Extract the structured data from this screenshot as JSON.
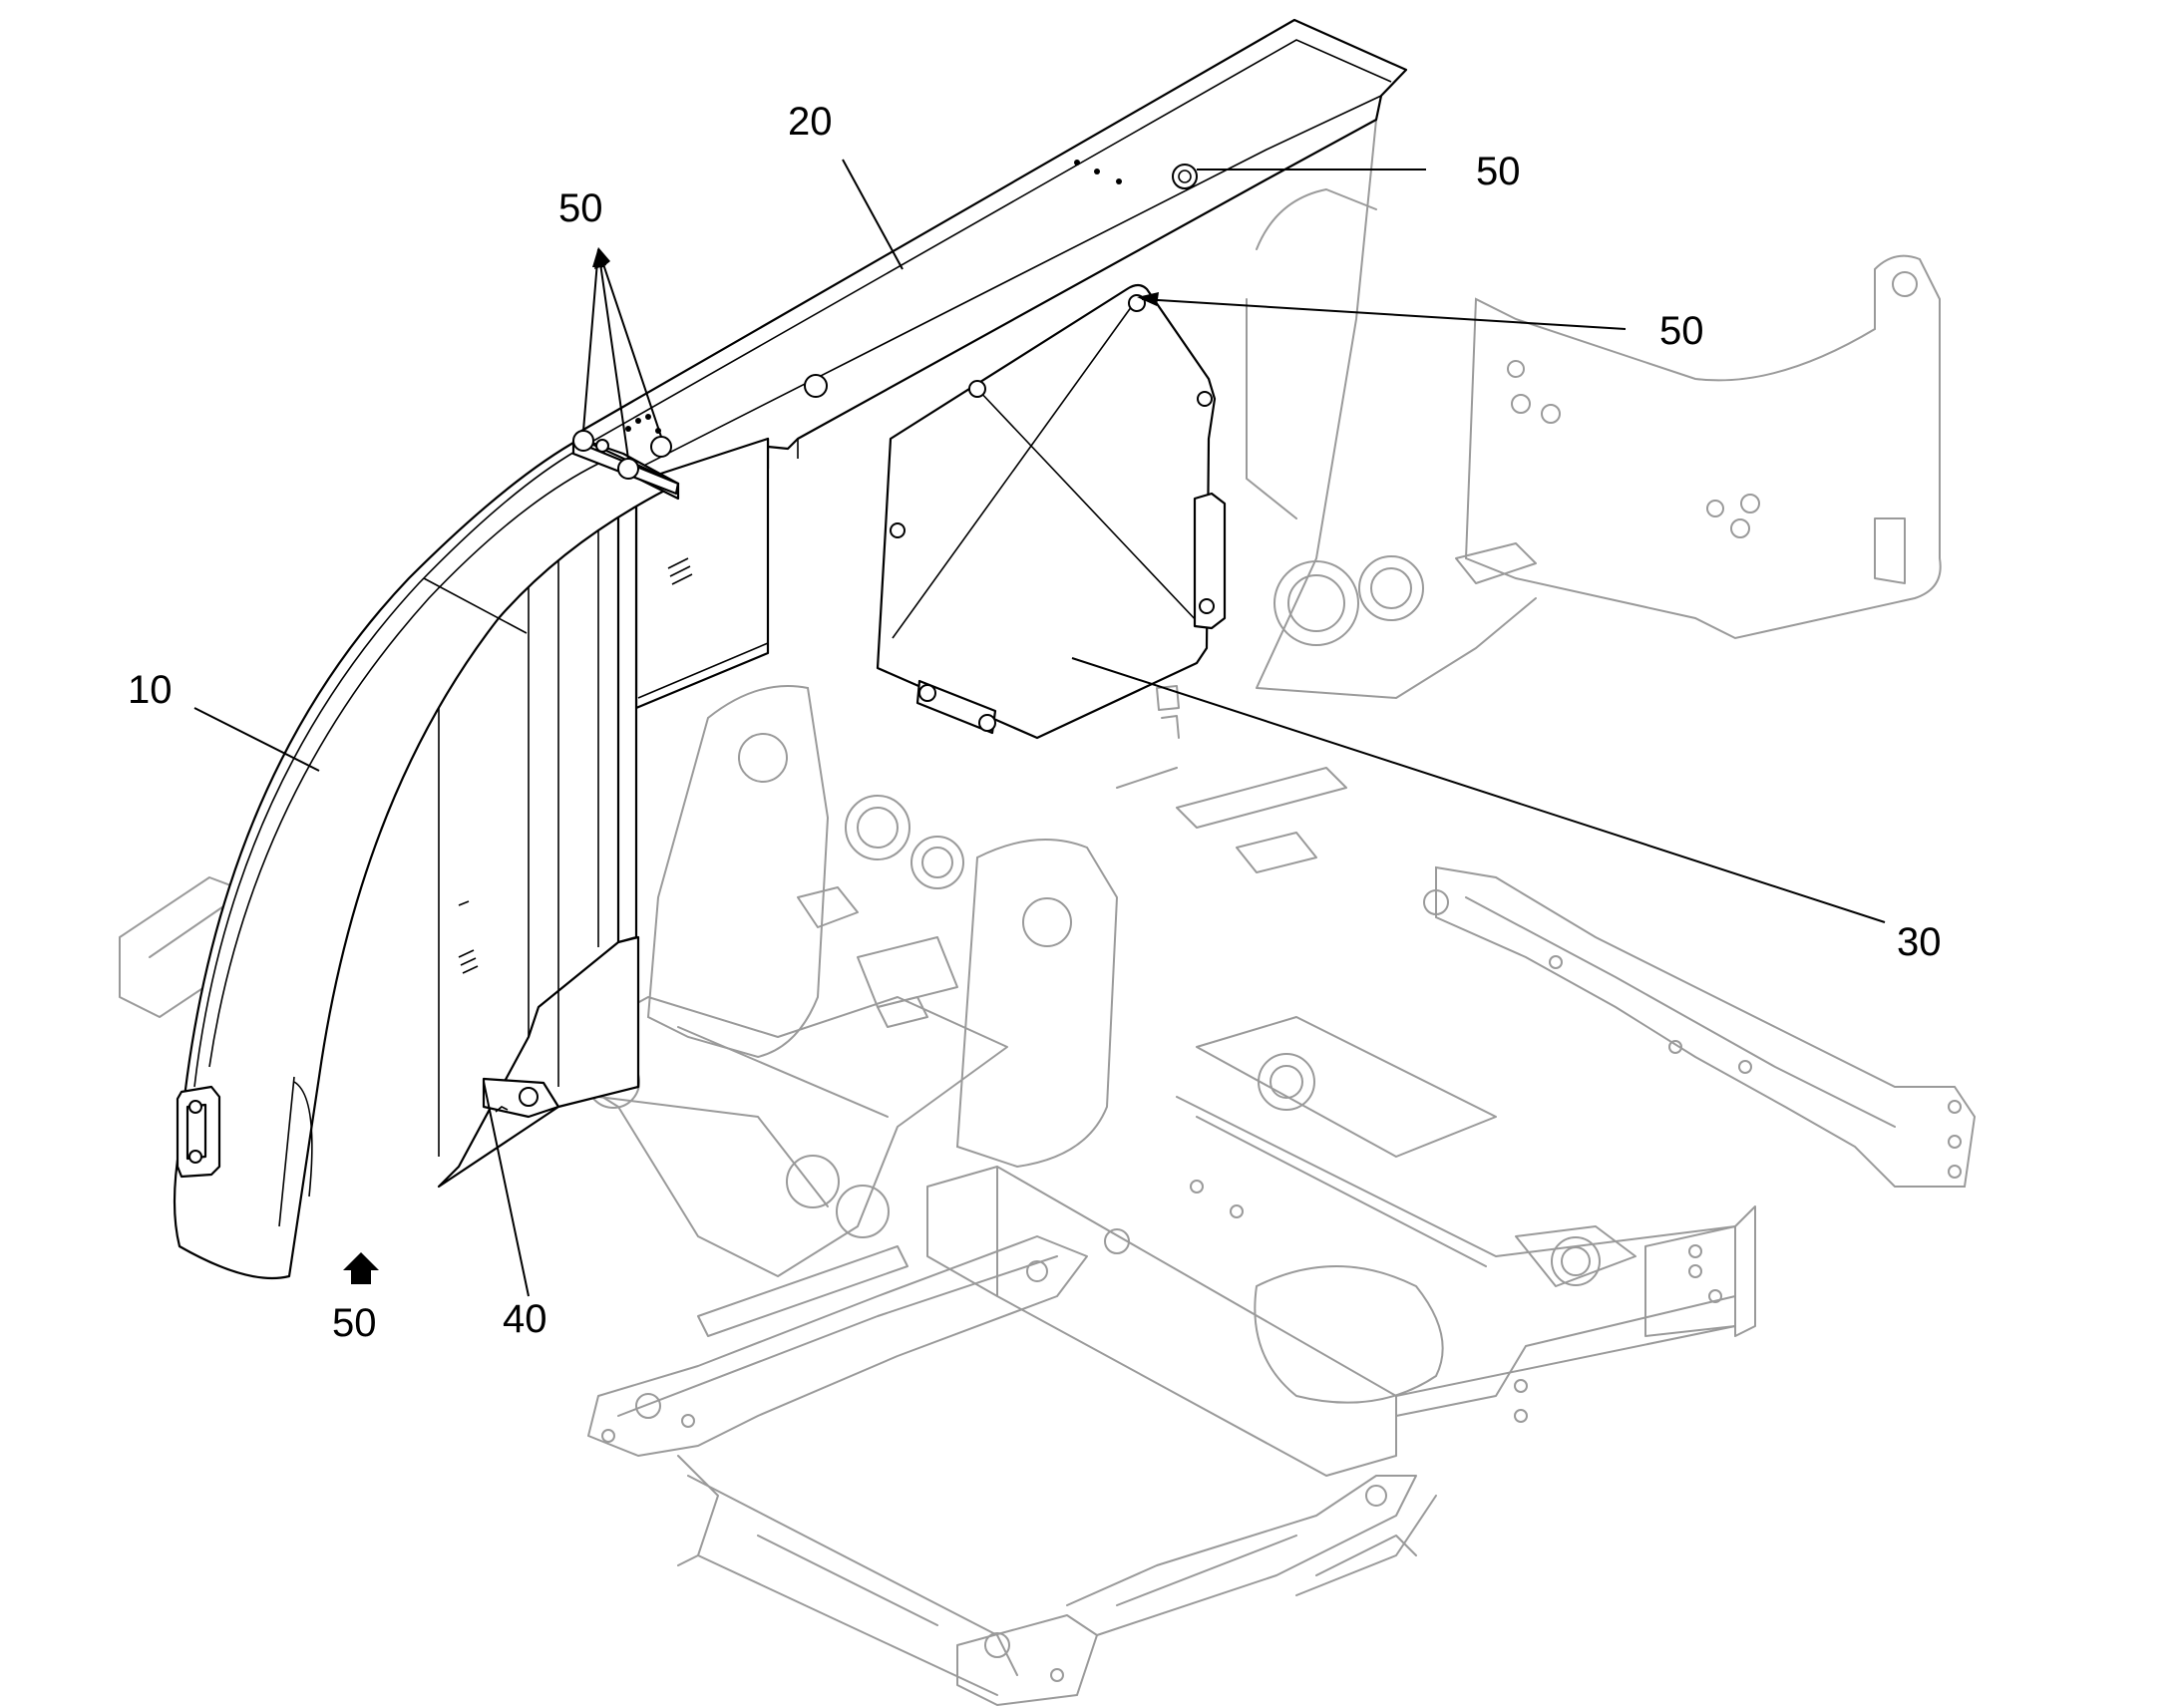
{
  "callouts": {
    "c10": "10",
    "c20": "20",
    "c30": "30",
    "c40": "40",
    "c50_top_left": "50",
    "c50_top_right": "50",
    "c50_right": "50",
    "c50_bottom": "50"
  }
}
